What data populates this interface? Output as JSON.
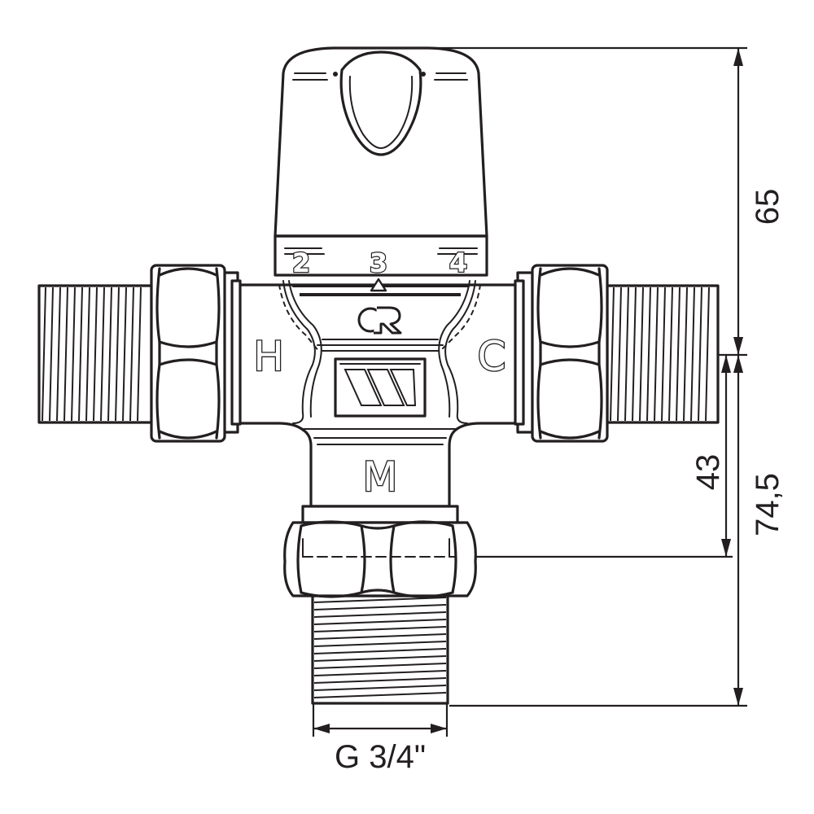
{
  "dimensions": {
    "top_height": "65",
    "center_height": "43",
    "total_height": "74,5",
    "thread_size": "G 3/4\""
  },
  "knob_scale": [
    "2",
    "3",
    "4"
  ],
  "ports": {
    "hot": "H",
    "cold": "C",
    "mixed": "M"
  },
  "colors": {
    "line": "#231f20",
    "background": "#ffffff"
  },
  "icons": {
    "brand_logo": "brand-logo-icon",
    "set_point": "set-point-triangle-icon",
    "brand_plate": "brand-plate-icon"
  }
}
